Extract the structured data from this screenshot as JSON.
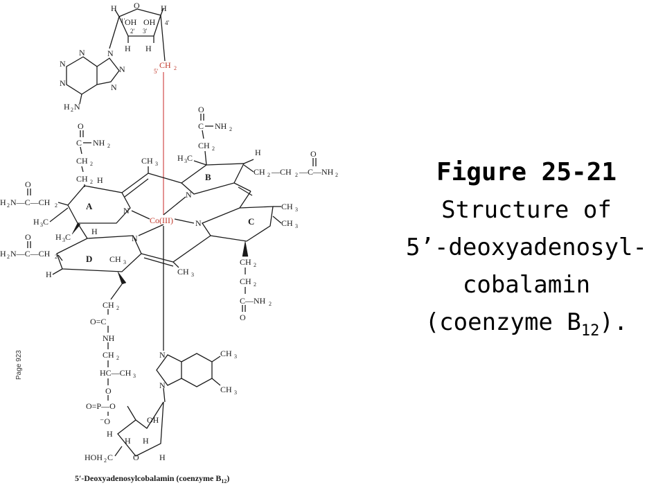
{
  "slide": {
    "figure_label": "Figure 25-21",
    "title_line1": "Structure of",
    "title_line2": "5’-deoxyadenosyl-",
    "title_line3": "cobalamin",
    "title_line4_pre": "(coenzyme B",
    "title_line4_sub": "12",
    "title_line4_post": ").",
    "page_note": "Page 923"
  },
  "structure": {
    "metal_center": "Co(III)",
    "ring_labels": [
      "A",
      "B",
      "C",
      "D"
    ],
    "caption_main": "5′-Deoxyadenosylcobalamin (coenzyme B",
    "caption_sub": "12",
    "caption_end": ")",
    "red_group": "CH",
    "red_group_sub": "2",
    "red_position": "5′"
  },
  "colors": {
    "text": "#000000",
    "bond": "#1a1a1a",
    "cobalt_link": "#d24b4b"
  }
}
